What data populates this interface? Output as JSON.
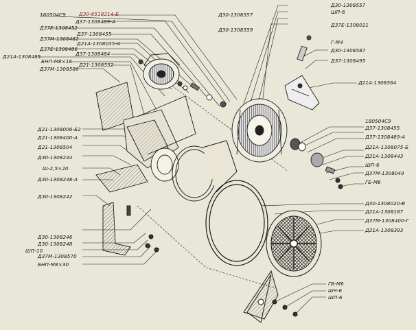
{
  "labels": {
    "l01": "Д30-6518214-Б",
    "l02": "Д37-1308489-А",
    "l03": "180504С9",
    "l04": "Д37Е-1308452",
    "l05": "Д37-1308455",
    "l06": "Д37М-1308482",
    "l07": "Д21А-1308035-А",
    "l08": "Д37Е-1308486",
    "l09": "Д37-1308484",
    "l10": "Д21А-1308485",
    "l11": "БНП-М8×16",
    "l12": "Д21-1308552",
    "l13": "Д37М-1308580",
    "l14": "Д30-1308557",
    "l15": "Д30-1308559",
    "l16": "Д30-1308557",
    "l17": "ШП-6",
    "l18": "Д37Е-1308011",
    "l19": "Г-М4",
    "l20": "Д30-1308587",
    "l21": "Д37-1308495",
    "l22": "Д21А-1308564",
    "l23": "180504С9",
    "l24": "Д37-1308455",
    "l25": "Д37-1308489-А",
    "l26": "Д21А-1308075-Б",
    "l27": "Д21А-1308443",
    "l28": "ШП-6",
    "l29": "Д37М-1308049",
    "l30": "ГБ-М6",
    "l31": "Д21-1308006-Б2",
    "l32": "Д21-1308400-А",
    "l33": "Д21-1308504",
    "l34": "Д30-1308244",
    "l35": "Ш-2,5×20",
    "l36": "Д30-1308248-А",
    "l37": "Д30-1308242",
    "l38": "Д30-1308246",
    "l39": "Д30-1308248",
    "l40": "ШП-10",
    "l41": "Д37М-1308570",
    "l42": "БНП-М8×30",
    "l43": "Д30-1308020-В",
    "l44": "Д21А-1308187",
    "l45": "Д37М-1308400-Г",
    "l46": "Д21А-1308393",
    "l47": "ГБ-М6",
    "l48": "ШЧ-6",
    "l49": "ШП-6"
  },
  "colors": {
    "paper": "#e9e7d8",
    "ink": "#1a1a1a",
    "accent": "#8b1a1a"
  },
  "icons": [
    "exploded-fan-assembly"
  ]
}
